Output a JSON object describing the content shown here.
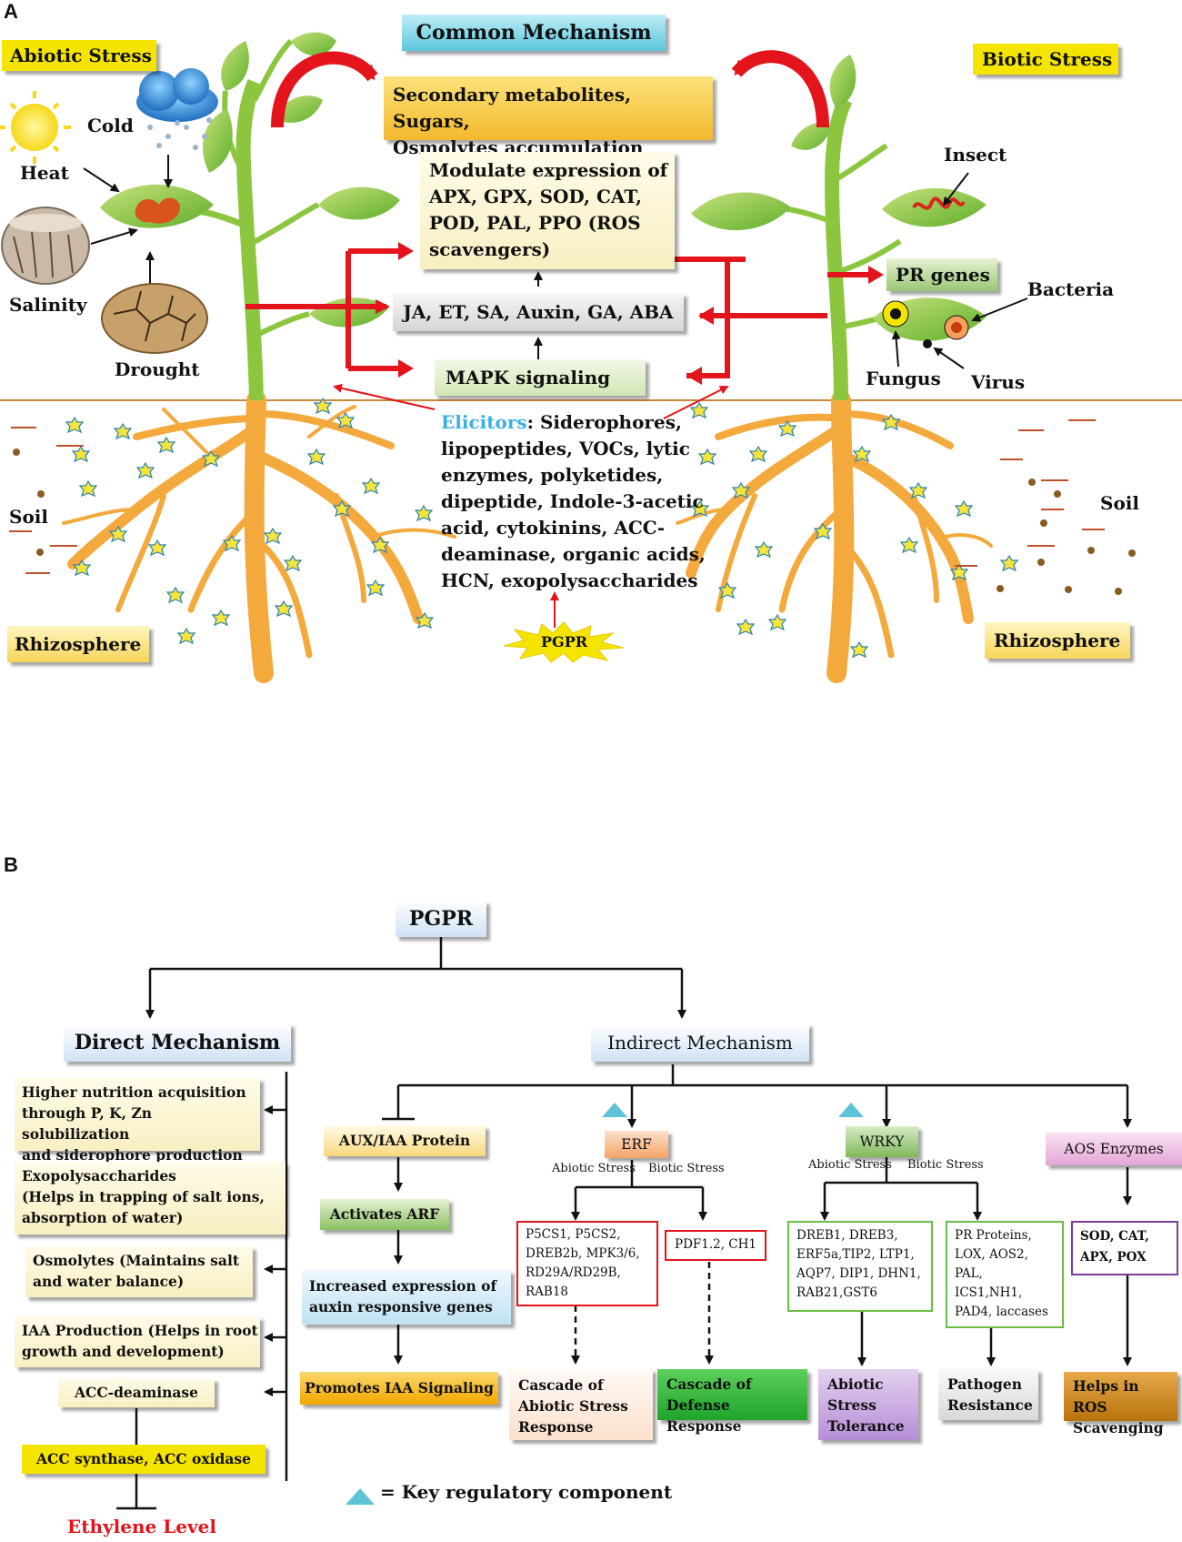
{
  "panel_a": {
    "label": "A",
    "common_mechanism": "Common Mechanism",
    "abiotic_stress": "Abiotic Stress",
    "biotic_stress": "Biotic Stress",
    "cold": "Cold",
    "heat": "Heat",
    "salinity": "Salinity",
    "drought": "Drought",
    "secondary_line1": "Secondary metabolites, Sugars,",
    "secondary_line2": "Osmolytes accumulation",
    "modulate_lines": [
      "Modulate expression of",
      "APX, GPX, SOD, CAT,",
      "POD, PAL, PPO (ROS",
      "scavengers)"
    ],
    "hormones": "JA, ET, SA, Auxin, GA, ABA",
    "mapk": "MAPK signaling",
    "pr_genes": "PR genes",
    "insect": "Insect",
    "bacteria": "Bacteria",
    "fungus": "Fungus",
    "virus": "Virus",
    "elicitors_label": "Elicitors",
    "elicitors_line1": ": Siderophores,",
    "elicitors_lines": [
      "lipopeptides, VOCs, lytic",
      "enzymes,  polyketides,",
      "dipeptide, Indole-3-acetic",
      "acid, cytokinins, ACC-",
      "deaminase, organic acids,",
      "HCN, exopolysaccharides"
    ],
    "soil_left": "Soil",
    "soil_right": "Soil",
    "rhizosphere_left": "Rhizosphere",
    "rhizosphere_right": "Rhizosphere",
    "pgpr": "PGPR"
  },
  "panel_b": {
    "label": "B",
    "pgpr": "PGPR",
    "direct": "Direct Mechanism",
    "indirect": "Indirect Mechanism",
    "direct_items": {
      "nutrition": [
        "Higher nutrition acquisition",
        "through P, K, Zn solubilization",
        "and siderophore production"
      ],
      "exopoly": [
        "Exopolysaccharides",
        "(Helps in trapping of salt ions,",
        "absorption of water)"
      ],
      "osmolytes": [
        "Osmolytes (Maintains salt",
        "and water balance)"
      ],
      "iaa": [
        "IAA Production (Helps in root",
        "growth and development)"
      ],
      "acc_deaminase": "ACC-deaminase",
      "acc_synthase": "ACC synthase, ACC oxidase",
      "ethylene": "Ethylene Level"
    },
    "auxin_branch": {
      "aux": "AUX/IAA  Protein",
      "arf": "Activates ARF",
      "increased": [
        "Increased expression of",
        "auxin responsive genes"
      ],
      "promotes": "Promotes IAA Signaling"
    },
    "erf_branch": {
      "erf": "ERF",
      "abiotic": "Abiotic Stress",
      "biotic": "Biotic Stress",
      "abiotic_genes": [
        "P5CS1, P5CS2,",
        "DREB2b, MPK3/6,",
        "RD29A/RD29B,",
        "RAB18"
      ],
      "biotic_genes": "PDF1.2, CH1",
      "cascade_abiotic": [
        "Cascade of",
        "Abiotic Stress",
        "Response"
      ],
      "cascade_defense": [
        "Cascade of",
        "Defense Response"
      ]
    },
    "wrky_branch": {
      "wrky": "WRKY",
      "abiotic": "Abiotic Stress",
      "biotic": "Biotic Stress",
      "abiotic_genes": [
        "DREB1, DREB3,",
        "ERF5a,TIP2,  LTP1,",
        "AQP7, DIP1, DHN1,",
        "RAB21,GST6"
      ],
      "biotic_genes": [
        "PR Proteins,",
        "LOX, AOS2,",
        "PAL,",
        "ICS1,NH1,",
        "PAD4, laccases"
      ],
      "tolerance": [
        "Abiotic",
        "Stress",
        "Tolerance"
      ],
      "pathogen": [
        "Pathogen",
        "Resistance"
      ]
    },
    "aos_branch": {
      "aos": "AOS Enzymes",
      "enzymes": [
        "SOD, CAT,",
        "APX, POX"
      ],
      "ros": [
        "Helps in ROS",
        "Scavenging"
      ]
    },
    "legend": "= Key regulatory component"
  },
  "colors": {
    "stem_green": "#8cc63f",
    "root_orange": "#f4a93c",
    "arrow_red": "#e3141b",
    "cyan_box": "#7fd3e3",
    "yellow_box": "#f5e400",
    "elicitor_blue": "#3ab0e2",
    "ethylene_red": "#e3141b"
  }
}
